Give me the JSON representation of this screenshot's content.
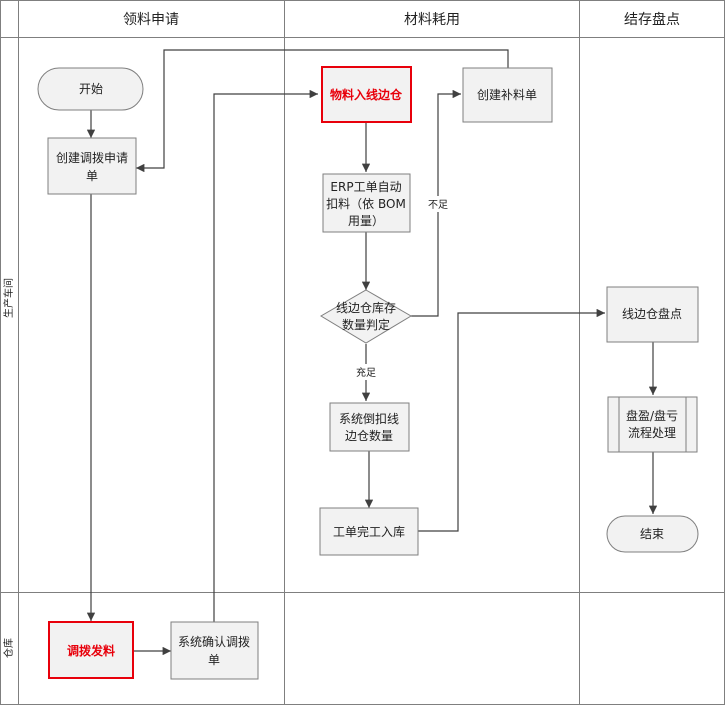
{
  "lanes": [
    {
      "id": "apply",
      "title": "领料申请"
    },
    {
      "id": "consume",
      "title": "材料耗用"
    },
    {
      "id": "stock",
      "title": "结存盘点"
    }
  ],
  "rows": [
    {
      "id": "workshop",
      "title": "生产车间"
    },
    {
      "id": "warehouse",
      "title": "仓库"
    }
  ],
  "nodes": [
    {
      "id": "start",
      "shape": "terminal",
      "lines": [
        "开始"
      ]
    },
    {
      "id": "create-transfer",
      "shape": "process",
      "lines": [
        "创建调拨申请",
        "单"
      ]
    },
    {
      "id": "transfer-issue",
      "shape": "process",
      "highlight": true,
      "lines": [
        "调拨发料"
      ]
    },
    {
      "id": "confirm-transfer",
      "shape": "process",
      "lines": [
        "系统确认调拨",
        "单"
      ]
    },
    {
      "id": "into-line-warehouse",
      "shape": "process",
      "highlight": true,
      "lines": [
        "物料入线边仓"
      ]
    },
    {
      "id": "create-replenish",
      "shape": "process",
      "lines": [
        "创建补料单"
      ]
    },
    {
      "id": "erp-auto-deduct",
      "shape": "process",
      "lines": [
        "ERP工单自动",
        "扣料（依 BOM",
        "用量）"
      ]
    },
    {
      "id": "stock-check",
      "shape": "decision",
      "lines": [
        "线边仓库存",
        "数量判定"
      ]
    },
    {
      "id": "backflush",
      "shape": "process",
      "lines": [
        "系统倒扣线",
        "边仓数量"
      ]
    },
    {
      "id": "wo-complete",
      "shape": "process",
      "lines": [
        "工单完工入库"
      ]
    },
    {
      "id": "line-count",
      "shape": "process",
      "lines": [
        "线边仓盘点"
      ]
    },
    {
      "id": "gain-loss",
      "shape": "subprocess",
      "lines": [
        "盘盈/盘亏",
        "流程处理"
      ]
    },
    {
      "id": "end",
      "shape": "terminal",
      "lines": [
        "结束"
      ]
    }
  ],
  "edge_labels": {
    "insufficient": "不足",
    "sufficient": "充足"
  },
  "colors": {
    "border": "#7f7f7f",
    "box_fill": "#f2f2f2",
    "highlight": "#e8000b",
    "arrow": "#404040"
  }
}
